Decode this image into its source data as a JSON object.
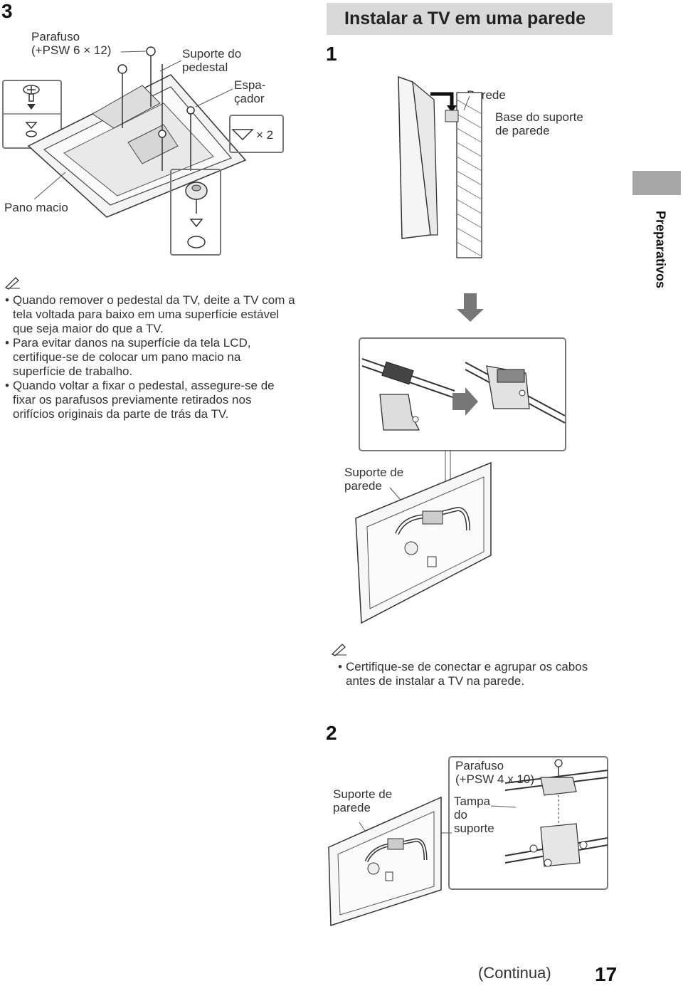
{
  "step3": {
    "number": "3",
    "labels": {
      "screw": "Parafuso\n(+PSW 6 × 12)",
      "stand_bracket": "Suporte do\npedestal",
      "spacer": "Espa-\nçador",
      "spacer_count": "× 2",
      "soft_cloth": "Pano macio"
    }
  },
  "notes1": {
    "icon": "pencil-note-icon",
    "items": [
      "Quando remover o pedestal da TV, deite a TV com a tela voltada para baixo em uma superfície estável que seja maior do que a TV.",
      "Para evitar danos na superfície da tela LCD, certifique-se de colocar um pano macio na superfície de trabalho.",
      "Quando voltar a fixar o pedestal, assegure-se de fixar os parafusos previamente retirados nos orifícios originais da parte de trás da TV."
    ]
  },
  "header": {
    "title": "Instalar a TV em uma parede"
  },
  "side_tab": {
    "label": "Preparativos"
  },
  "step1": {
    "number": "1",
    "labels": {
      "wall": "Parede",
      "wall_base": "Base do suporte\nde parede",
      "wall_bracket": "Suporte de\nparede"
    }
  },
  "notes2": {
    "icon": "pencil-note-icon",
    "items": [
      "Certifique-se de conectar e agrupar os cabos antes de instalar a TV na parede."
    ]
  },
  "step2": {
    "number": "2",
    "labels": {
      "wall_bracket": "Suporte de\nparede",
      "screw": "Parafuso\n(+PSW 4 x 10)",
      "cover": "Tampa\ndo\nsuporte"
    }
  },
  "footer": {
    "continued": "(Continua)",
    "page": "17"
  }
}
